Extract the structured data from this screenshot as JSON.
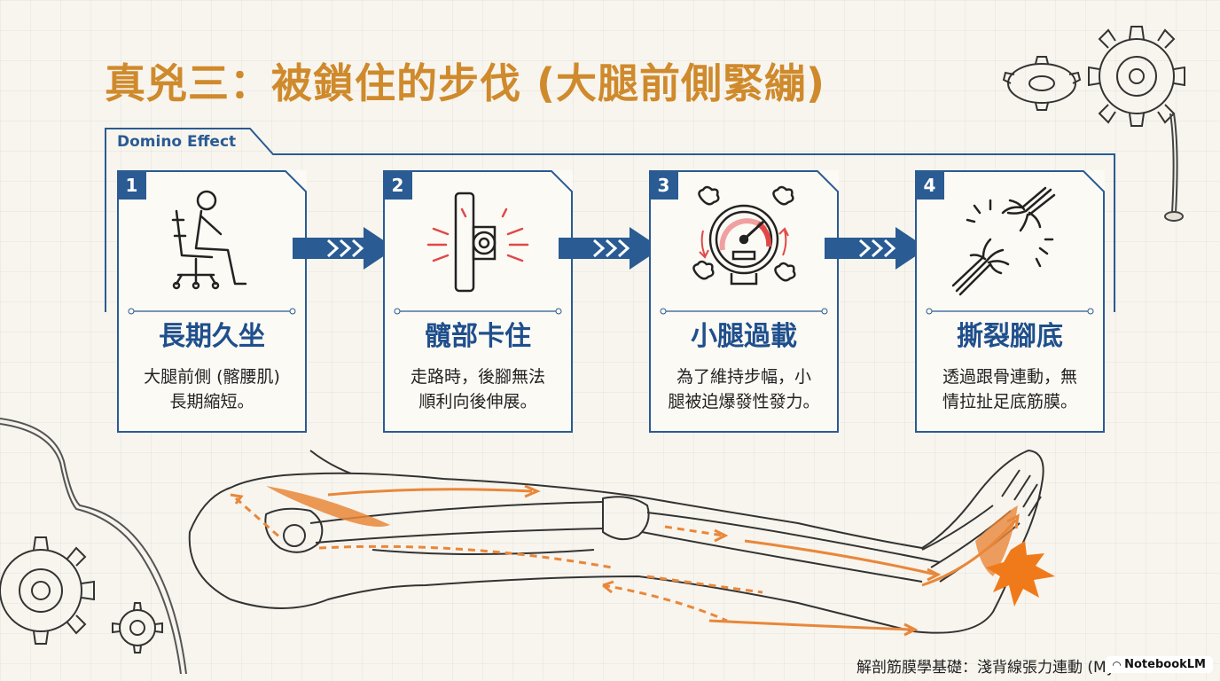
{
  "header": {
    "title": "真兇三：被鎖住的步伐 (大腿前側緊繃)"
  },
  "domino": {
    "label": "Domino Effect"
  },
  "steps": [
    {
      "number": "1",
      "title": "長期久坐",
      "desc_line1": "大腿前側 (髂腰肌)",
      "desc_line2": "長期縮短。",
      "icon": "sitting-person-icon"
    },
    {
      "number": "2",
      "title": "髖部卡住",
      "desc_line1": "走路時，後腳無法",
      "desc_line2": "順利向後伸展。",
      "icon": "locked-hinge-icon"
    },
    {
      "number": "3",
      "title": "小腿過載",
      "desc_line1": "為了維持步幅，小",
      "desc_line2": "腿被迫爆發性發力。",
      "icon": "pressure-gauge-icon"
    },
    {
      "number": "4",
      "title": "撕裂腳底",
      "desc_line1": "透過跟骨連動，無",
      "desc_line2": "情拉扯足底筋膜。",
      "icon": "torn-rope-icon"
    }
  ],
  "footer": {
    "caption": "解剖筋膜學基礎：淺背線張力連動 (My",
    "brand": "NotebookLM"
  },
  "colors": {
    "accent_orange": "#cf8a2c",
    "tension_orange": "#e9873a",
    "primary_blue": "#2a5b93",
    "title_blue": "#1f4f8c",
    "pain_burst": "#f07a1a"
  }
}
